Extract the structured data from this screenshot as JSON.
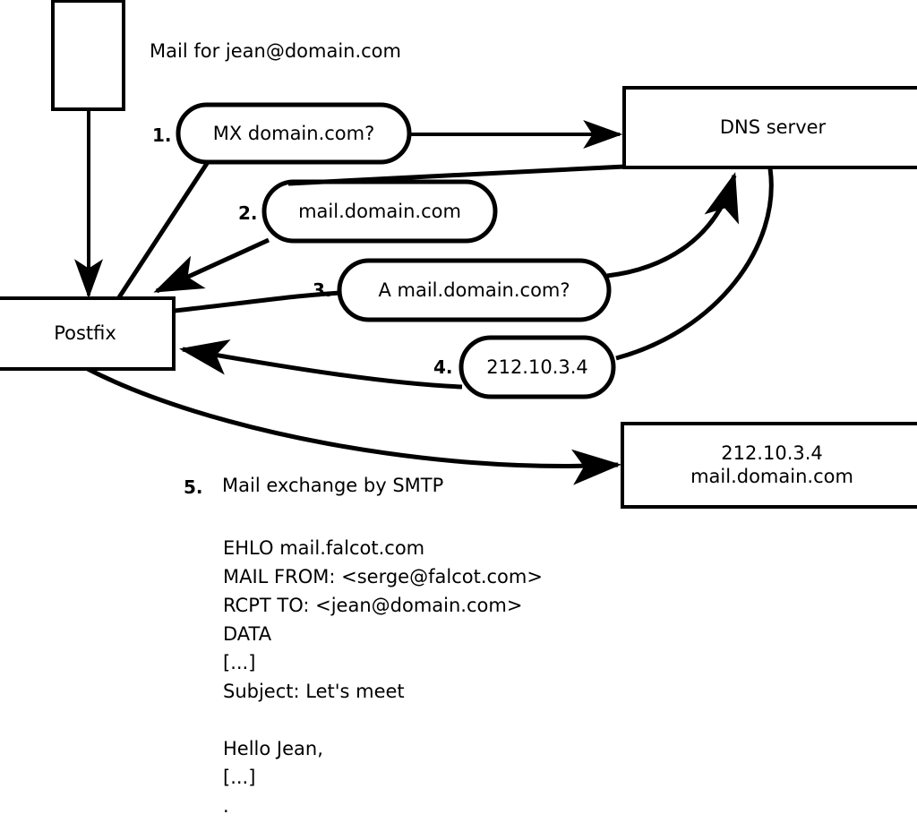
{
  "diagram": {
    "title_caption": "Mail for jean@domain.com",
    "nodes": {
      "sender_box": {
        "label": ""
      },
      "postfix": {
        "label": "Postfix"
      },
      "dns_server": {
        "label": "DNS server"
      },
      "remote_server_line1": "212.10.3.4",
      "remote_server_line2": "mail.domain.com"
    },
    "steps": [
      {
        "number": "1.",
        "text": "MX domain.com?"
      },
      {
        "number": "2.",
        "text": "mail.domain.com"
      },
      {
        "number": "3.",
        "text": "A mail.domain.com?"
      },
      {
        "number": "4.",
        "text": "212.10.3.4"
      },
      {
        "number": "5.",
        "text": "Mail exchange by SMTP"
      }
    ],
    "smtp_transcript": [
      "EHLO mail.falcot.com",
      "MAIL FROM: <serge@falcot.com>",
      "RCPT TO: <jean@domain.com>",
      "DATA",
      "[...]",
      "Subject: Let's meet",
      "",
      "Hello Jean,",
      "[...]",
      "."
    ],
    "colors": {
      "stroke": "#000000",
      "background": "#ffffff",
      "text": "#000000"
    }
  }
}
